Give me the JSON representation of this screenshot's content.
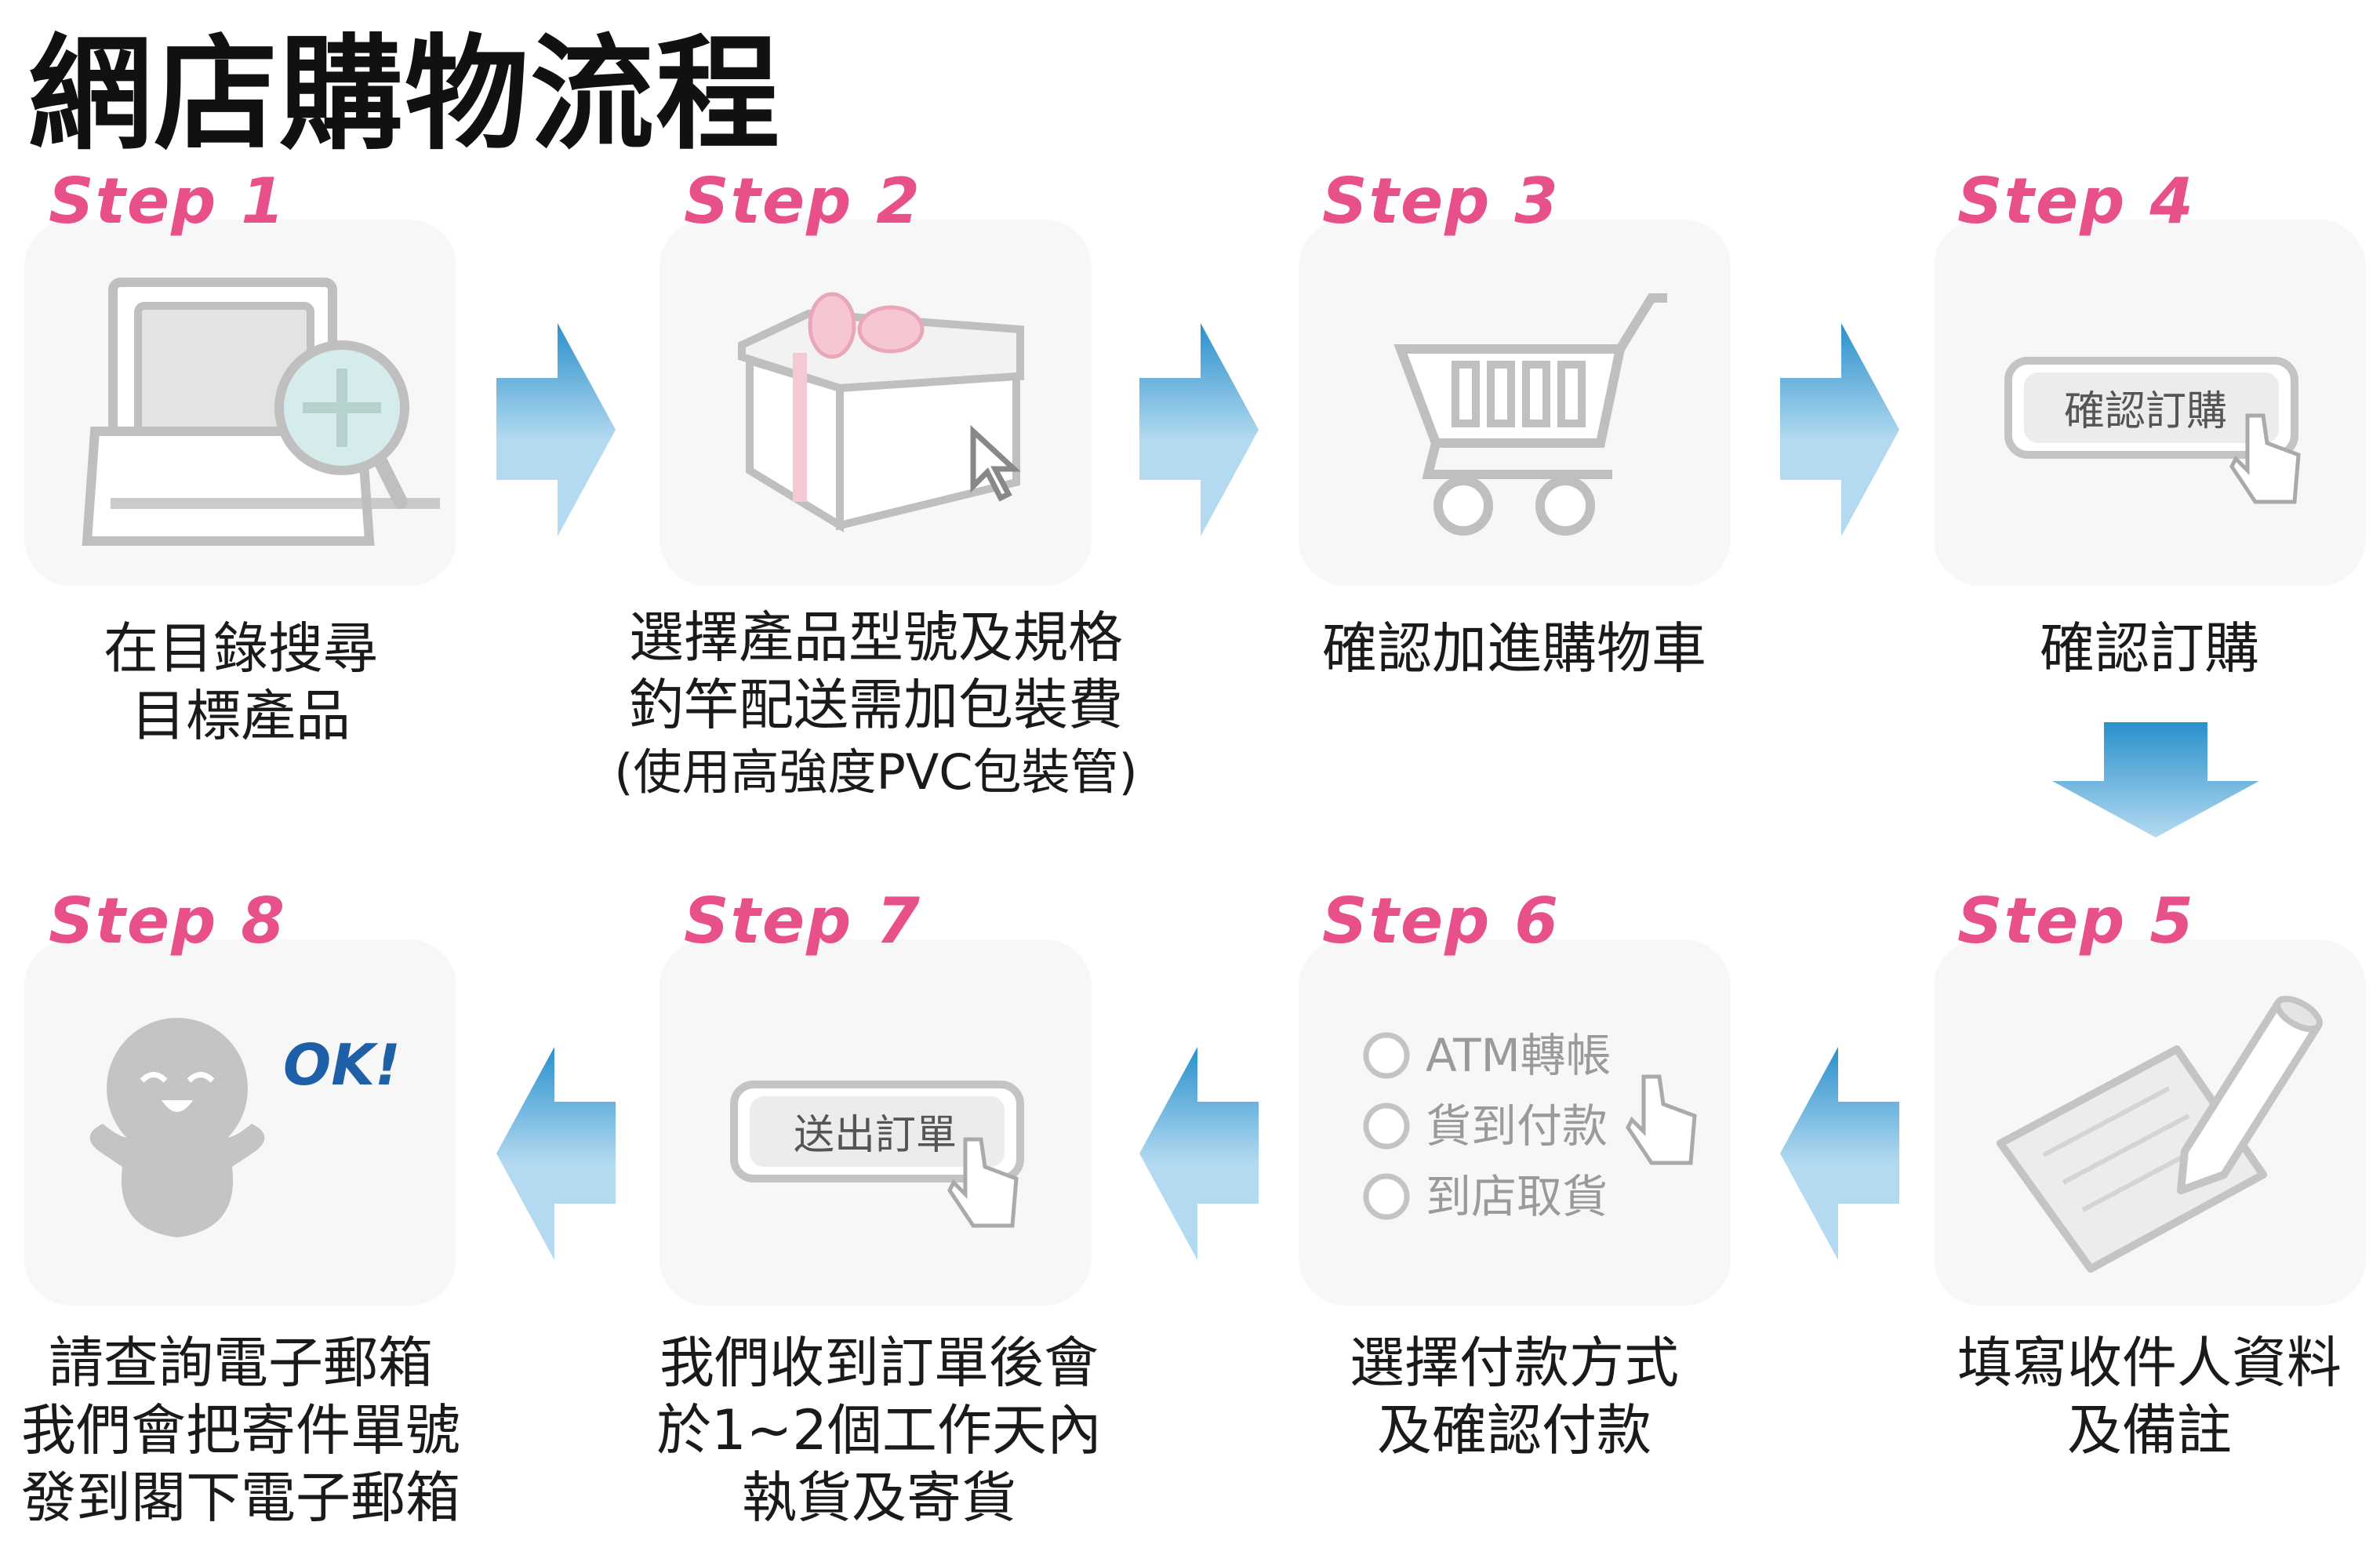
{
  "title": "網店購物流程",
  "steps": [
    {
      "label": "Step 1",
      "caption": [
        "在目錄搜尋",
        "目標產品"
      ]
    },
    {
      "label": "Step 2",
      "caption": [
        "選擇產品型號及規格",
        "釣竿配送需加包裝費",
        "(使用高強度PVC包裝管)"
      ]
    },
    {
      "label": "Step 3",
      "caption": [
        "確認加進購物車"
      ]
    },
    {
      "label": "Step 4",
      "caption": [
        "確認訂購"
      ],
      "button": "確認訂購"
    },
    {
      "label": "Step 5",
      "caption": [
        "填寫收件人資料",
        "及備註"
      ]
    },
    {
      "label": "Step 6",
      "caption": [
        "選擇付款方式",
        "及確認付款"
      ],
      "options": [
        "ATM轉帳",
        "貨到付款",
        "到店取貨"
      ]
    },
    {
      "label": "Step 7",
      "caption": [
        "我們收到訂單後會",
        "於1~2個工作天內",
        "執貨及寄貨"
      ],
      "button": "送出訂單"
    },
    {
      "label": "Step 8",
      "caption": [
        "請查詢電子郵箱",
        "我們會把寄件單號",
        "發到閣下電子郵箱"
      ],
      "badge": "OK!"
    }
  ],
  "colors": {
    "step": "#e8508a",
    "arrow_dark": "#2a90cc",
    "arrow_light": "#b3daf0",
    "card": "#f7f7f7",
    "ok": "#1f5fa8"
  }
}
